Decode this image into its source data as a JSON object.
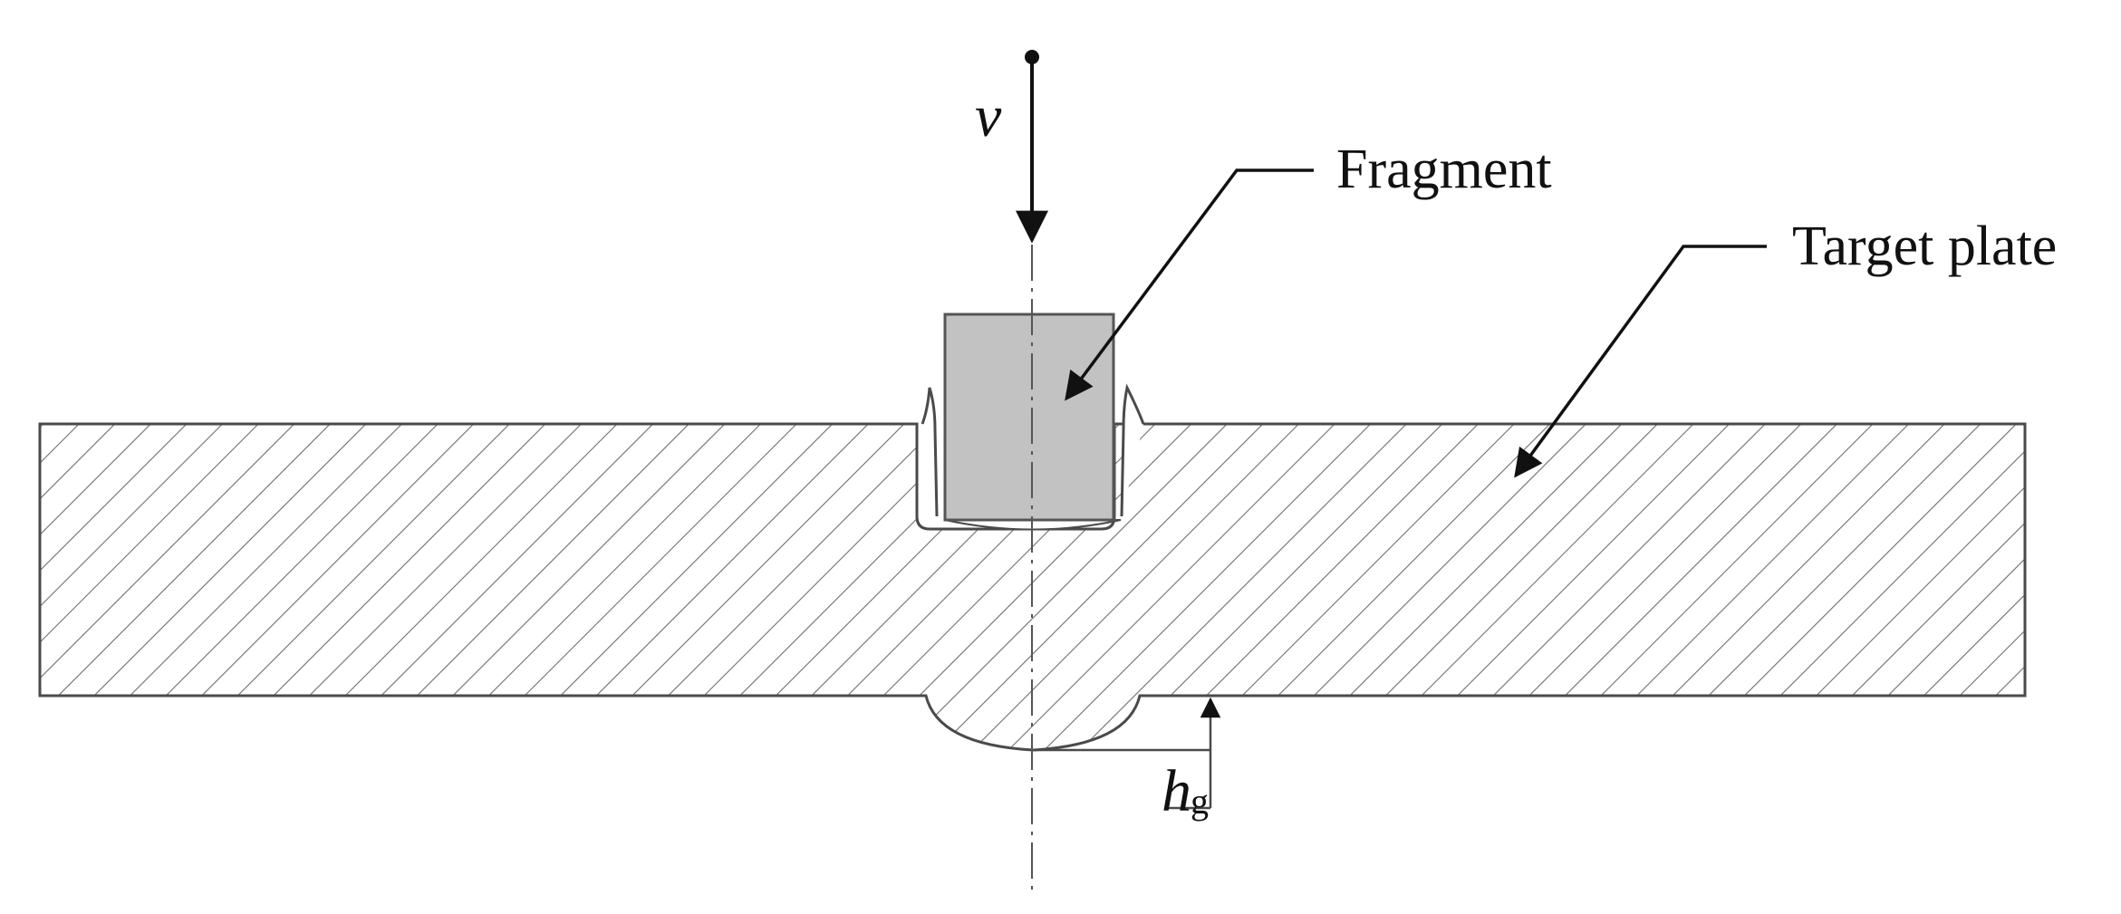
{
  "labels": {
    "velocity": "v",
    "fragment": "Fragment",
    "target_plate": "Target plate",
    "bulge_height_main": "h",
    "bulge_height_sub": "g"
  },
  "colors": {
    "line": "#4a4a4a",
    "hatch": "#6e6e6e",
    "fragment_fill": "#c2c2c2",
    "fragment_stroke": "#555555",
    "arrow": "#111111",
    "text": "#111111",
    "background": "#ffffff"
  }
}
